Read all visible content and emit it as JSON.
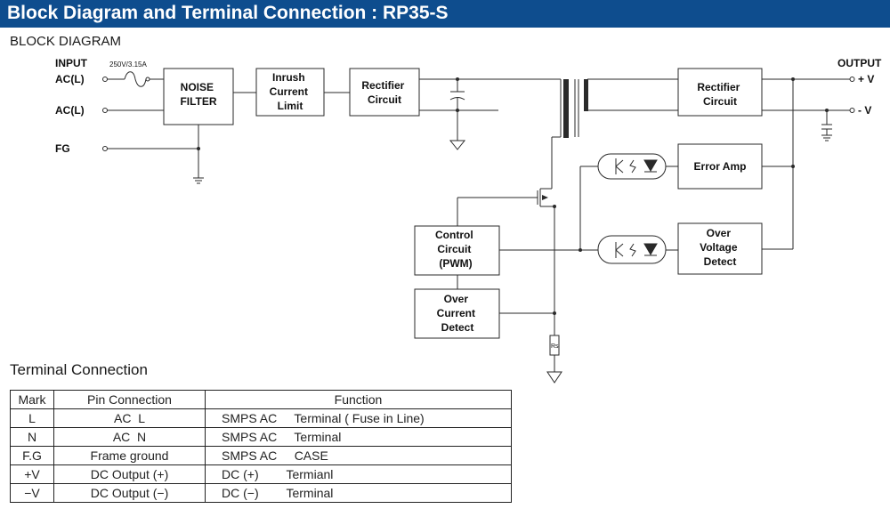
{
  "title": "Block Diagram and Terminal Connection : RP35-S",
  "block_diagram": {
    "heading": "BLOCK DIAGRAM",
    "input_label": "INPUT",
    "fuse_rating": "250V/3.15A",
    "pin_acl_top": "AC(L)",
    "pin_acl_bottom": "AC(L)",
    "pin_fg": "FG",
    "output_label": "OUTPUT",
    "out_plus": "+ V",
    "out_minus": "- V",
    "blocks": {
      "noise_filter": [
        "NOISE",
        "FILTER"
      ],
      "inrush": [
        "Inrush",
        "Current",
        "Limit"
      ],
      "rectifier_in": [
        "Rectifier",
        "Circuit"
      ],
      "rectifier_out": [
        "Rectifier",
        "Circuit"
      ],
      "error_amp": [
        "Error Amp"
      ],
      "over_voltage": [
        "Over",
        "Voltage",
        "Detect"
      ],
      "control": [
        "Control",
        "Circuit",
        "(PWM)"
      ],
      "over_current": [
        "Over",
        "Current",
        "Detect"
      ]
    },
    "sense_resistor": "Rs"
  },
  "terminal": {
    "heading": "Terminal Connection",
    "headers": [
      "Mark",
      "Pin Connection",
      "Function"
    ],
    "rows": [
      {
        "mark": "L",
        "pin": "AC  L",
        "func": "SMPS AC     Terminal ( Fuse in Line)"
      },
      {
        "mark": "N",
        "pin": "AC  N",
        "func": "SMPS AC     Terminal"
      },
      {
        "mark": "F.G",
        "pin": "Frame ground",
        "func": "SMPS AC     CASE"
      },
      {
        "mark": "+V",
        "pin": "DC Output (+)",
        "func": "DC (+)        Termianl"
      },
      {
        "mark": "−V",
        "pin": "DC Output (−)",
        "func": "DC (−)        Terminal"
      }
    ]
  }
}
